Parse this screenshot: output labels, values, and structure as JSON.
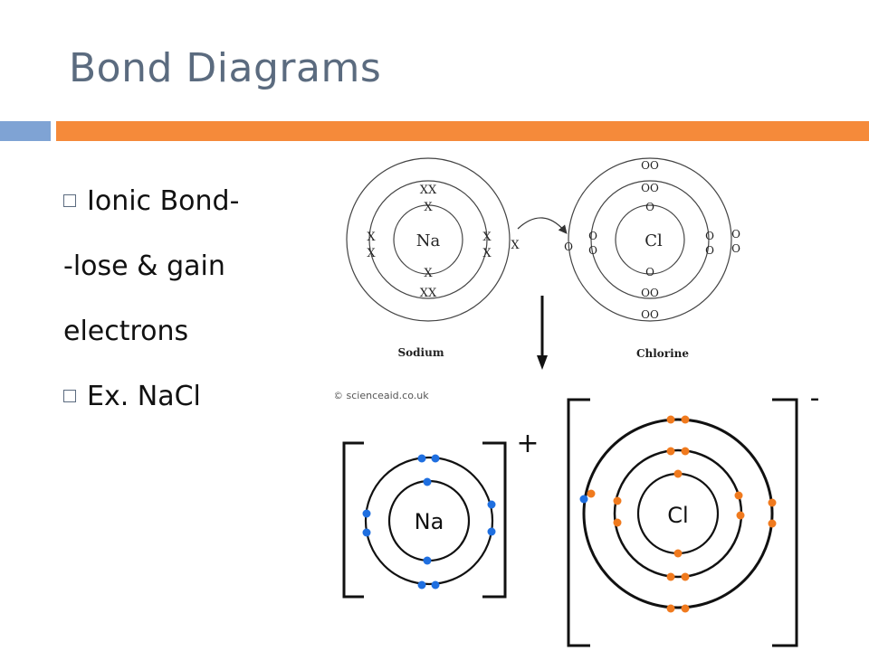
{
  "slide": {
    "title": "Bond Diagrams",
    "colors": {
      "title": "#5b6b7f",
      "accent_blue": "#7fa3d4",
      "accent_orange": "#f58a3a"
    },
    "bullets": [
      {
        "text": "Ionic Bond-",
        "bullet": true
      },
      {
        "text": "-lose & gain",
        "bullet": false
      },
      {
        "text": "electrons",
        "bullet": false
      },
      {
        "text": "Ex. NaCl",
        "bullet": true
      }
    ]
  },
  "diagram_top": {
    "sodium_symbol": "Na",
    "chlorine_symbol": "Cl",
    "sodium_label": "Sodium",
    "chlorine_label": "Chlorine",
    "credit": "© scienceaid.co.uk",
    "na_marks": {
      "top_outer": "XX",
      "top_inner": "X",
      "left_a": "X",
      "left_b": "X",
      "right_a": "X",
      "right_b": "X",
      "valence": "X",
      "bottom_inner": "X",
      "bottom_outer": "XX"
    },
    "cl_marks": {
      "top_outer": "OO",
      "top_mid": "OO",
      "top_inner": "O",
      "left_outer": "O",
      "left_mid_a": "O",
      "left_mid_b": "O",
      "right_mid_a": "O",
      "right_mid_b": "O",
      "right_outer_a": "O",
      "right_outer_b": "O",
      "bottom_inner": "O",
      "bottom_mid": "OO",
      "bottom_outer": "OO"
    }
  },
  "diagram_bottom": {
    "sodium_symbol": "Na",
    "chlorine_symbol": "Cl",
    "sodium_charge": "+",
    "chlorine_charge": "-",
    "colors": {
      "sodium_electron": "#1f6fe0",
      "chlorine_electron": "#f07a1e",
      "transferred_electron": "#1f6fe0"
    }
  }
}
